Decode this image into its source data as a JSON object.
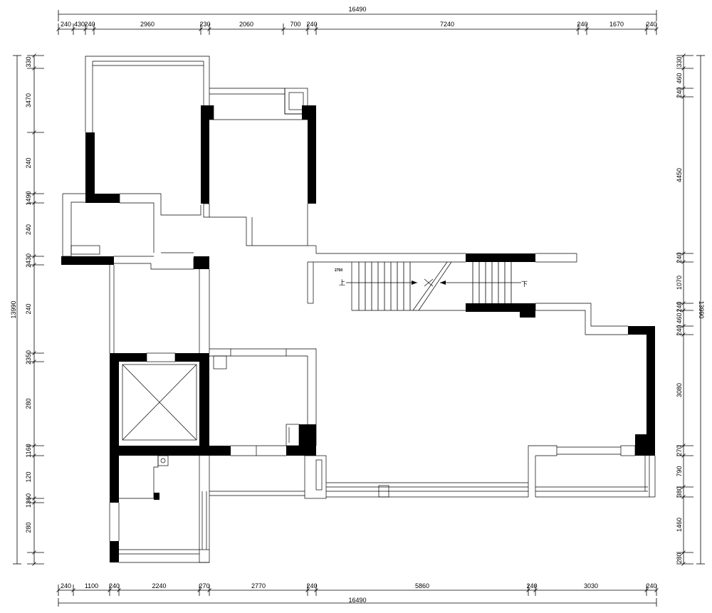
{
  "dimensions": {
    "top_total": "16490",
    "top_segments": [
      "240",
      "430",
      "240",
      "2960",
      "230",
      "2060",
      "700",
      "240",
      "7240",
      "240",
      "1670",
      "240"
    ],
    "bottom_total": "16490",
    "bottom_segments": [
      "240",
      "1100",
      "240",
      "2240",
      "270",
      "2770",
      "240",
      "5860",
      "240",
      "3030",
      "240"
    ],
    "left_total": "13990",
    "left_segments": [
      "330",
      "3470",
      "240",
      "1490",
      "240",
      "2430",
      "240",
      "2350",
      "280",
      "1160",
      "120",
      "1360",
      "280"
    ],
    "right_total": "13990",
    "right_segments": [
      "330",
      "460",
      "240",
      "4450",
      "240",
      "1070",
      "240",
      "460",
      "240",
      "3080",
      "270",
      "790",
      "380",
      "1460",
      "280"
    ]
  },
  "stair_labels": {
    "up": "上",
    "down": "下",
    "elevation": "2750"
  }
}
